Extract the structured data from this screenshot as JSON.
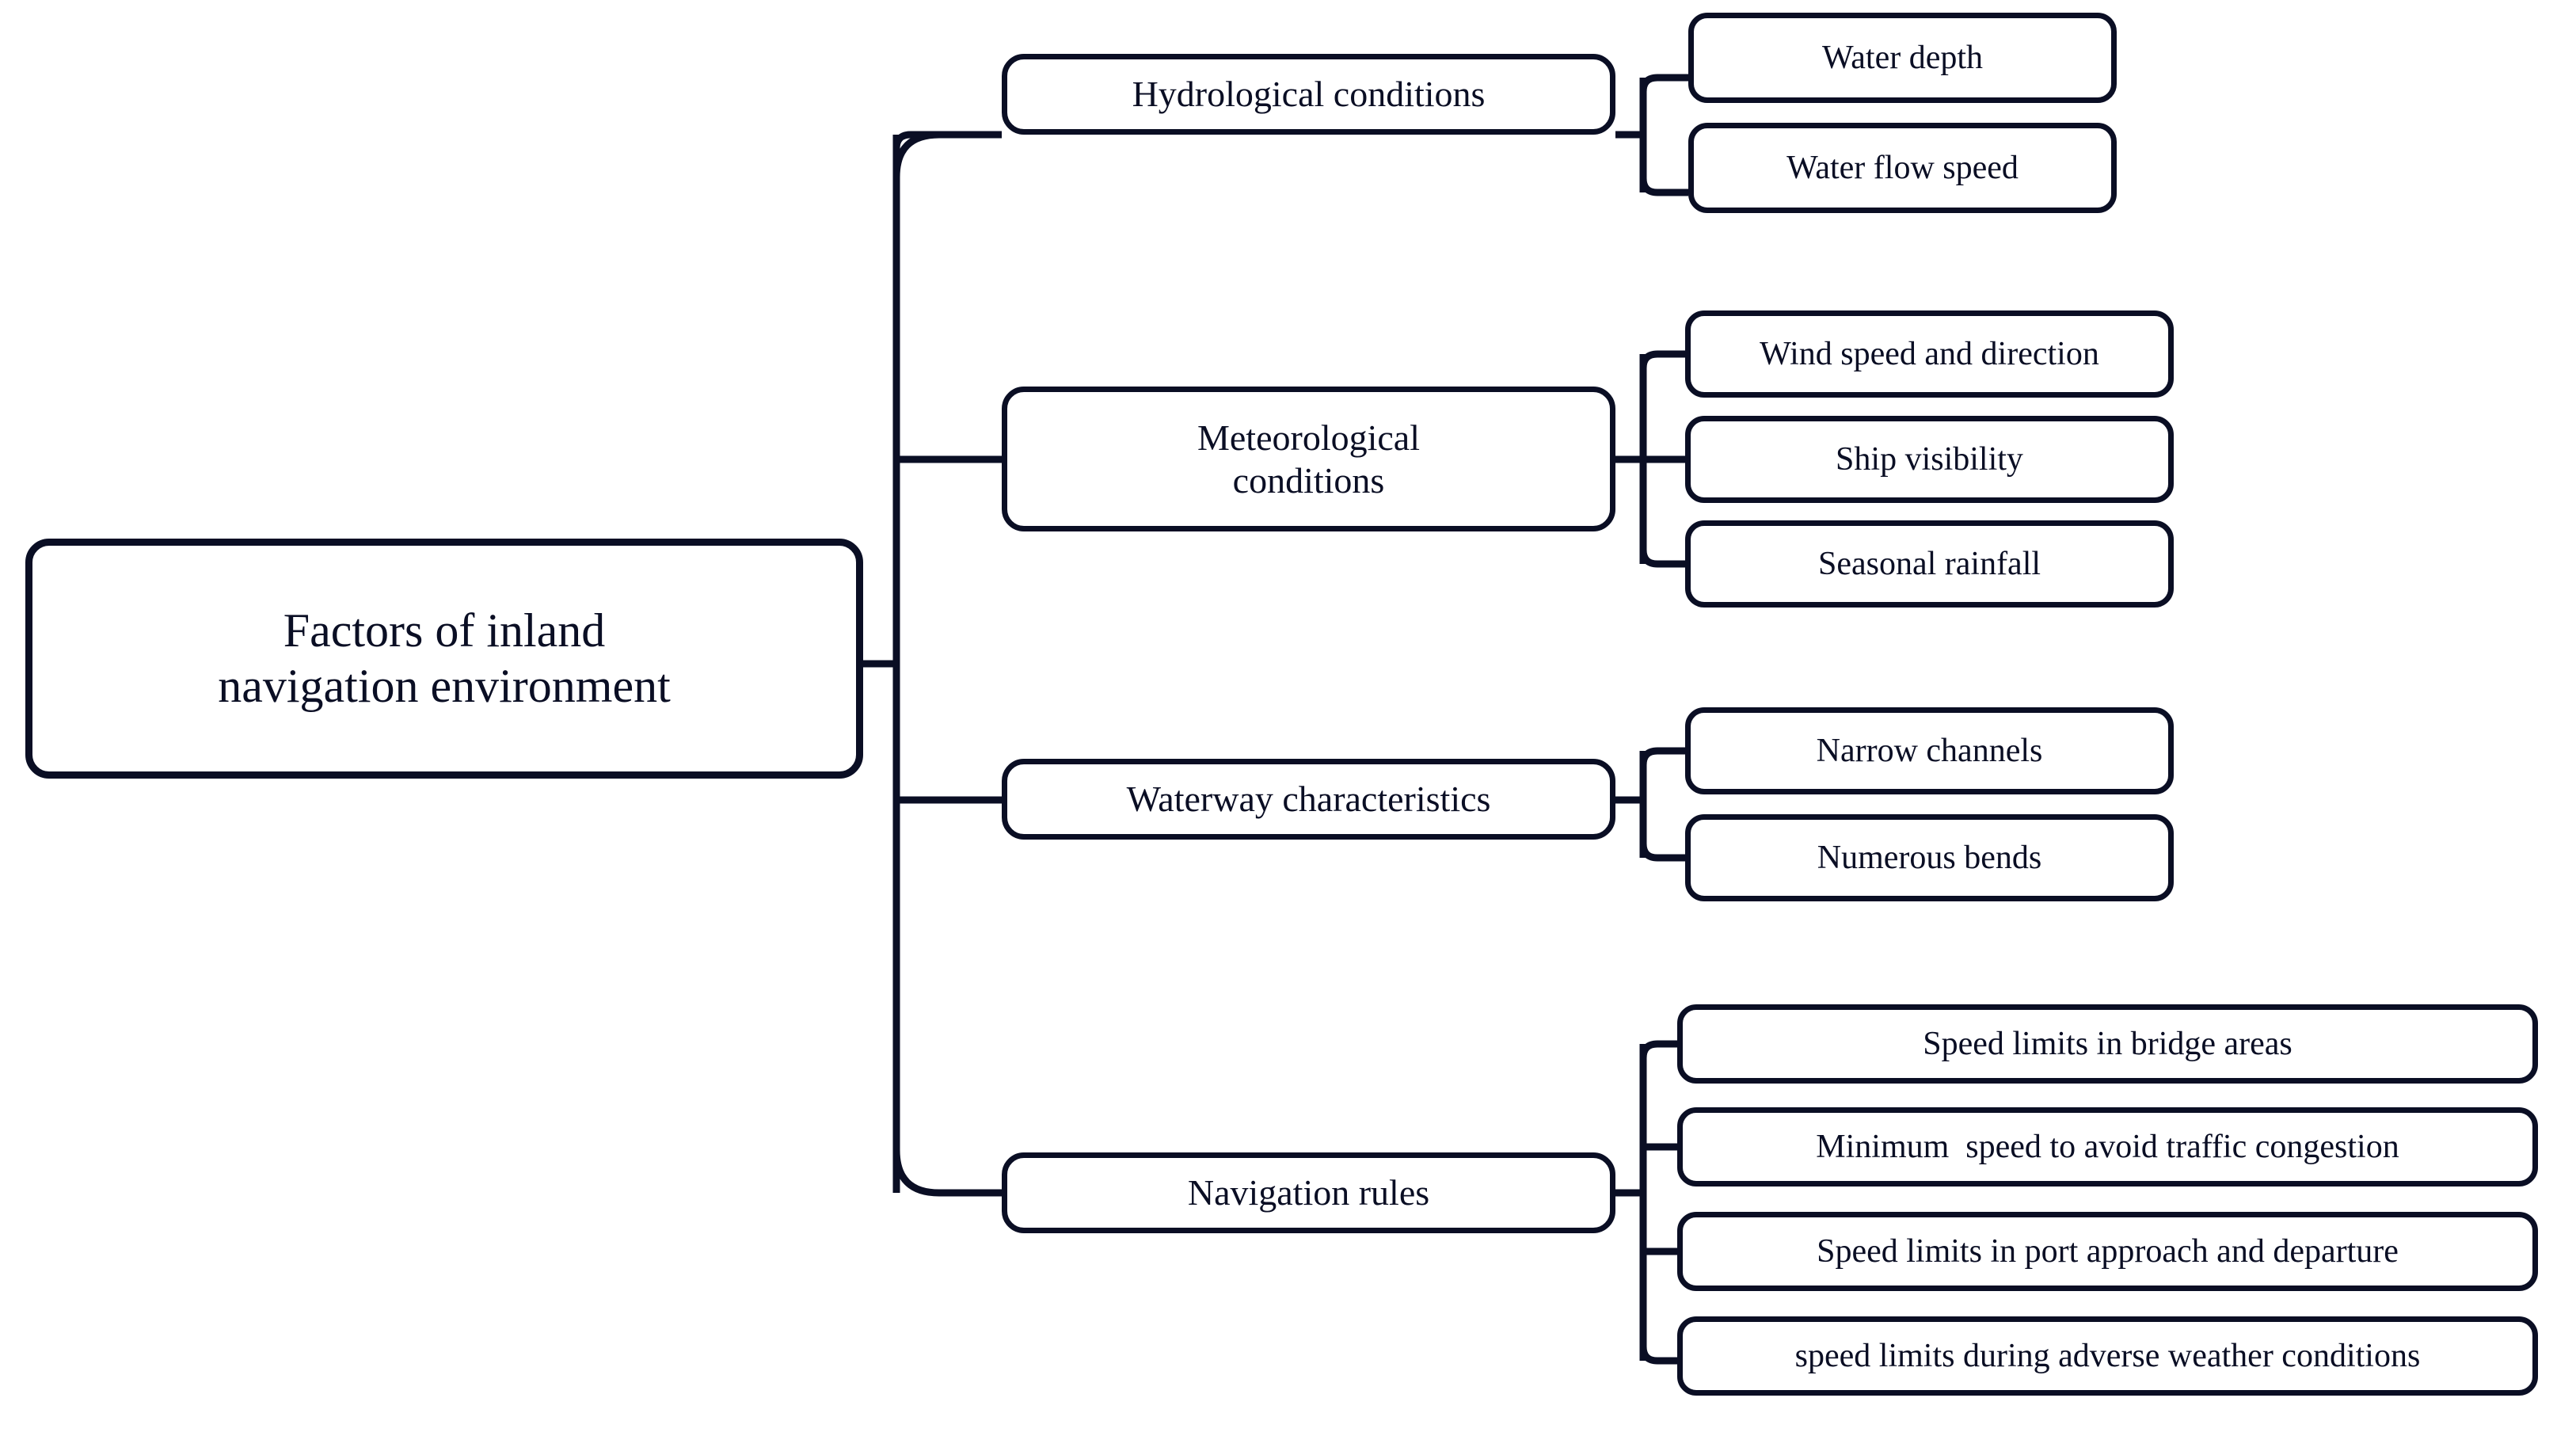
{
  "diagram": {
    "title_text": "Factors of inland navigation environment",
    "colors": {
      "stroke": "#0a0e24",
      "text": "#0a0e24",
      "background": "#ffffff"
    },
    "root": {
      "label": "Factors of inland\nnavigation environment"
    },
    "branches": [
      {
        "label": "Hydrological conditions",
        "children": [
          {
            "label": "Water depth"
          },
          {
            "label": "Water flow speed"
          }
        ]
      },
      {
        "label": "Meteorological\nconditions",
        "children": [
          {
            "label": "Wind speed and direction"
          },
          {
            "label": "Ship visibility"
          },
          {
            "label": "Seasonal rainfall"
          }
        ]
      },
      {
        "label": "Waterway characteristics",
        "children": [
          {
            "label": "Narrow channels"
          },
          {
            "label": "Numerous bends"
          }
        ]
      },
      {
        "label": "Navigation rules",
        "children": [
          {
            "label": "Speed limits in bridge areas"
          },
          {
            "label": "Minimum  speed to avoid traffic congestion"
          },
          {
            "label": "Speed limits in port approach and departure"
          },
          {
            "label": "speed limits during adverse weather conditions"
          }
        ]
      }
    ]
  }
}
